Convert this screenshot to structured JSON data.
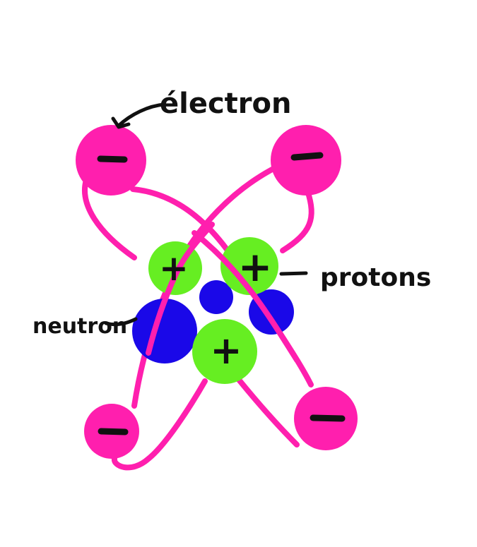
{
  "labels": {
    "electron": "électron",
    "protons": "protons",
    "neutron": "neutron"
  },
  "symbols": {
    "electron_charge": "−",
    "proton_charge": "+"
  },
  "colors": {
    "electron": "#ff1fae",
    "proton": "#66ee22",
    "neutron": "#1a08e8",
    "orbit": "#ff1fae",
    "ink": "#111111",
    "background": "#ffffff"
  },
  "counts": {
    "electrons": 4,
    "protons": 3,
    "neutrons": 3
  }
}
